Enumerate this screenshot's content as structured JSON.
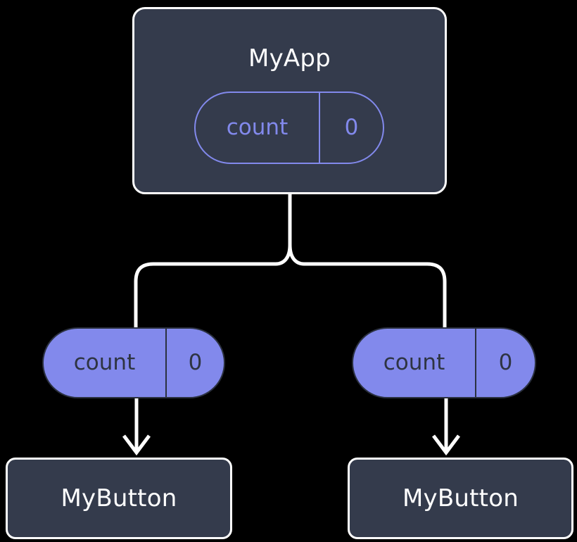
{
  "diagram": {
    "type": "component-state-tree",
    "background_color": "#000000",
    "palette": {
      "box_fill": "#343b4c",
      "box_stroke": "#ffffff",
      "state_accent": "#8289ec",
      "state_text_dark": "#2e3442",
      "edge_color": "#ffffff"
    },
    "root": {
      "title": "MyApp",
      "state": {
        "key": "count",
        "value": "0"
      }
    },
    "children": [
      {
        "title": "MyButton",
        "prop": {
          "key": "count",
          "value": "0"
        }
      },
      {
        "title": "MyButton",
        "prop": {
          "key": "count",
          "value": "0"
        }
      }
    ]
  }
}
